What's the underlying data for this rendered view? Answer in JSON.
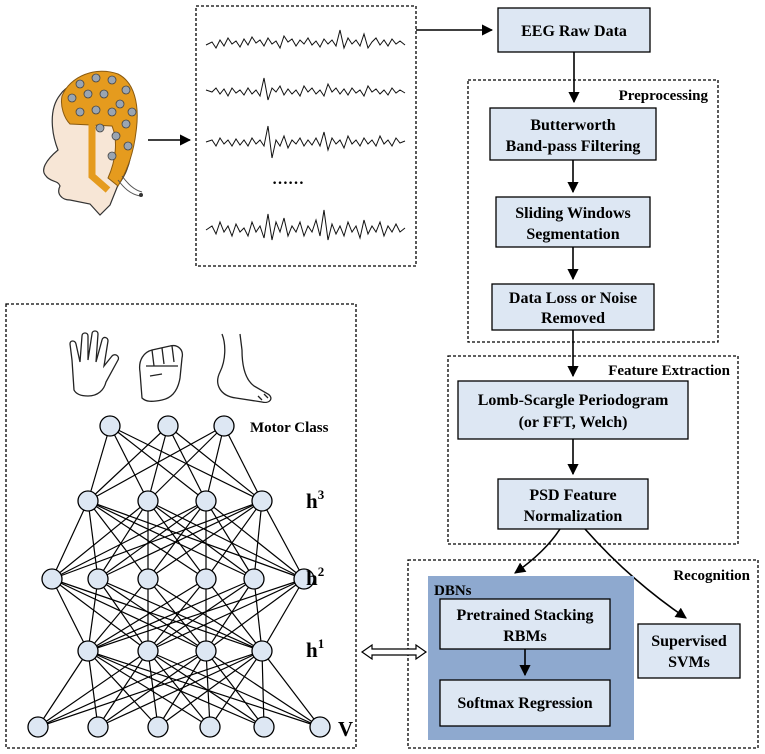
{
  "boxes": {
    "eeg_raw": "EEG Raw Data",
    "butterworth": [
      "Butterworth",
      "Band-pass Filtering"
    ],
    "sliding": [
      "Sliding Windows",
      "Segmentation"
    ],
    "dataloss": [
      "Data Loss or Noise",
      "Removed"
    ],
    "lomb": [
      "Lomb-Scargle Periodogram",
      "(or FFT, Welch)"
    ],
    "psd": [
      "PSD Feature",
      "Normalization"
    ],
    "pretrained": [
      "Pretrained Stacking",
      "RBMs"
    ],
    "softmax": "Softmax Regression",
    "svm": [
      "Supervised",
      "SVMs"
    ]
  },
  "groups": {
    "preprocessing": "Preprocessing",
    "feature_extraction": "Feature Extraction",
    "recognition": "Recognition",
    "dbns": "DBNs"
  },
  "network": {
    "motor_class": "Motor Class",
    "h_base": "h",
    "h3_sup": "3",
    "h2_sup": "2",
    "h1_sup": "1",
    "v_label": "V"
  },
  "eeg": {
    "ellipsis": "……"
  },
  "colors": {
    "box_fill": "#dde7f3",
    "dbn_fill": "#8ea9cf",
    "node_fill": "#dde7f3",
    "cap": "#e59b1e"
  }
}
